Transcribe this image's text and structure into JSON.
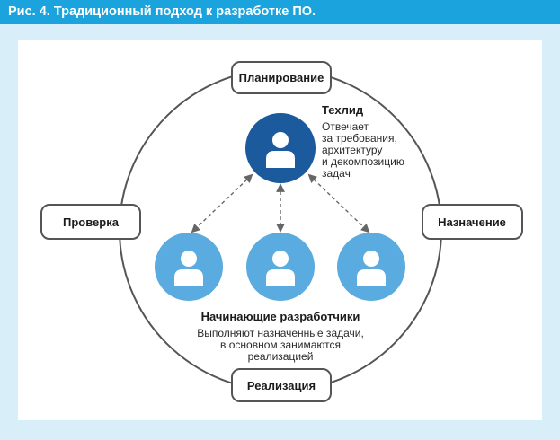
{
  "title": "Рис. 4. Традиционный подход к разработке ПО.",
  "stages": {
    "planning": "Планирование",
    "assignment": "Назначение",
    "implementation": "Реализация",
    "review": "Проверка"
  },
  "techlead": {
    "name": "Техлид",
    "desc": [
      "Отвечает",
      "за требования,",
      "архитектуру",
      "и декомпозицию",
      "задач"
    ]
  },
  "developers": {
    "name": "Начинающие разработчики",
    "desc": [
      "Выполняют назначенные задачи,",
      "в основном занимаются",
      "реализацией"
    ]
  },
  "colors": {
    "title_bar": "#1aa3dc",
    "techlead": "#1b5a9c",
    "developer": "#5aabe0",
    "cycle": "#555555",
    "arrow": "#666666"
  },
  "icons": {
    "techlead": "person-icon",
    "developer": "person-icon"
  }
}
